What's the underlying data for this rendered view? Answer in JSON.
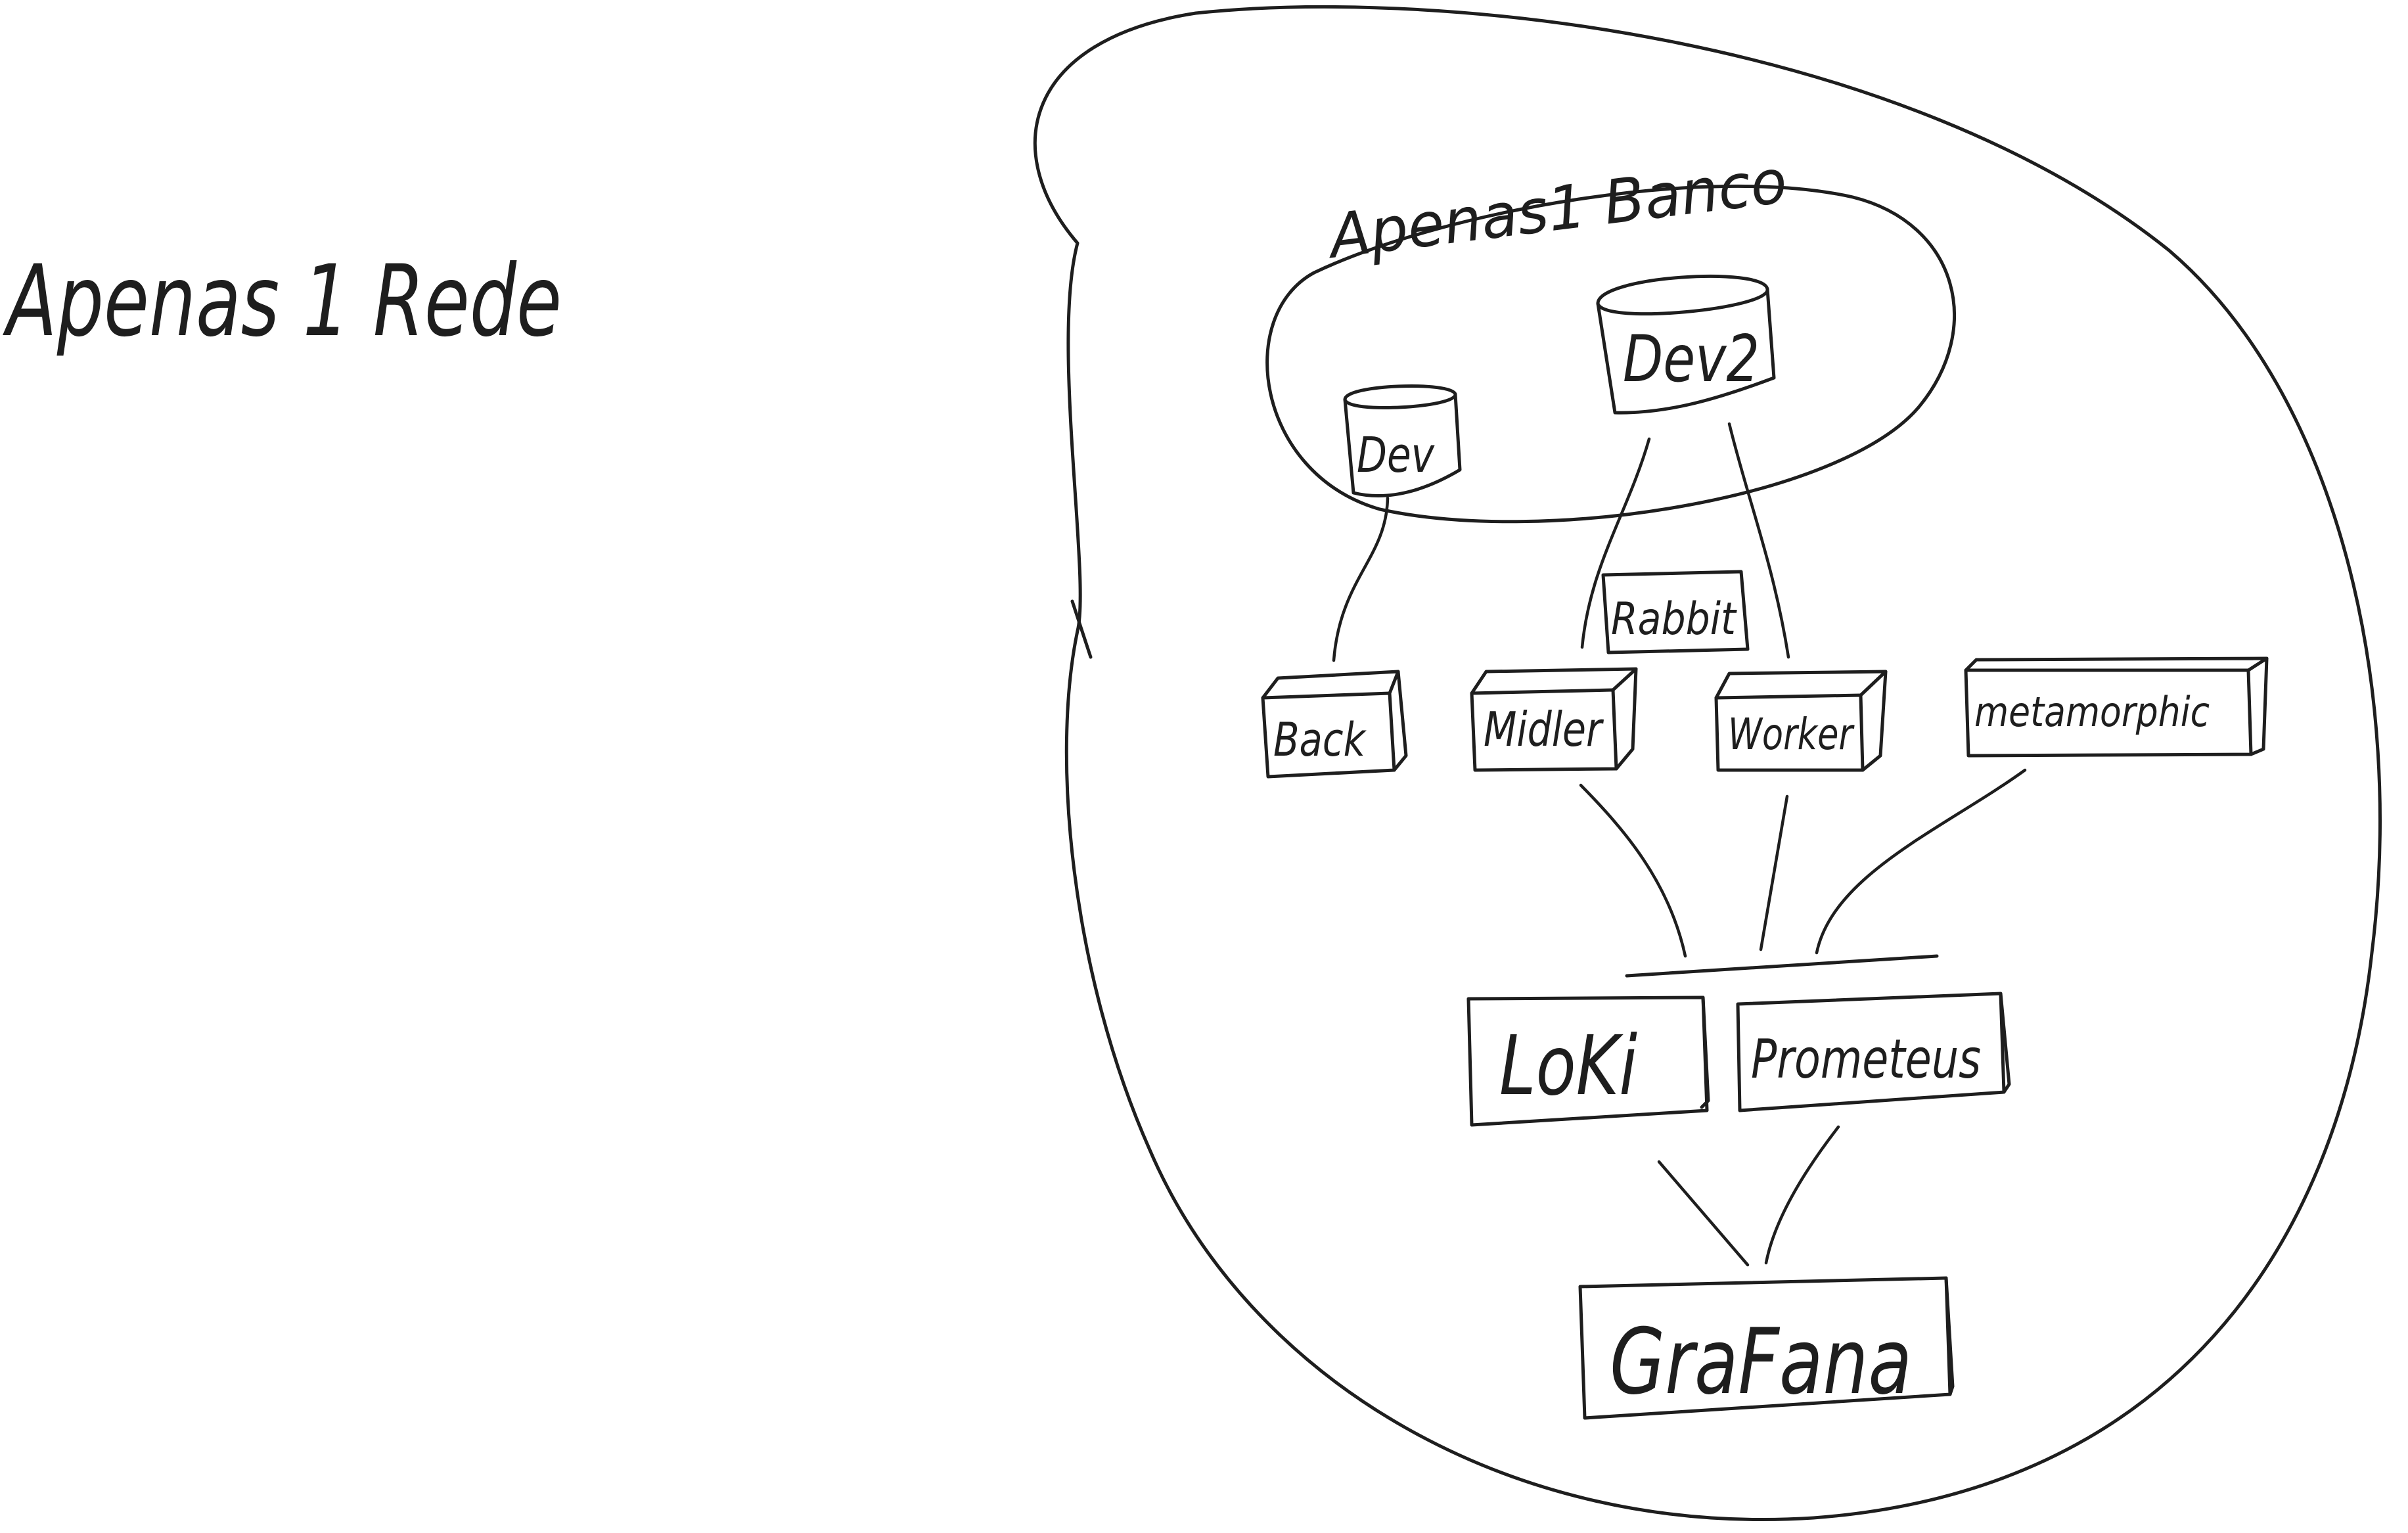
{
  "title": "Apenas 1 Rede",
  "database_group_label": "Apenas1 Banco",
  "nodes": {
    "dev": "Dev",
    "dev2": "Dev2",
    "rabbit": "Rabbit",
    "back": "Back",
    "midler": "Midler",
    "worker": "Worker",
    "metamorphic": "metamorphic",
    "loki": "LoKi",
    "prometeus": "Prometeus",
    "grafana": "GraFana"
  }
}
